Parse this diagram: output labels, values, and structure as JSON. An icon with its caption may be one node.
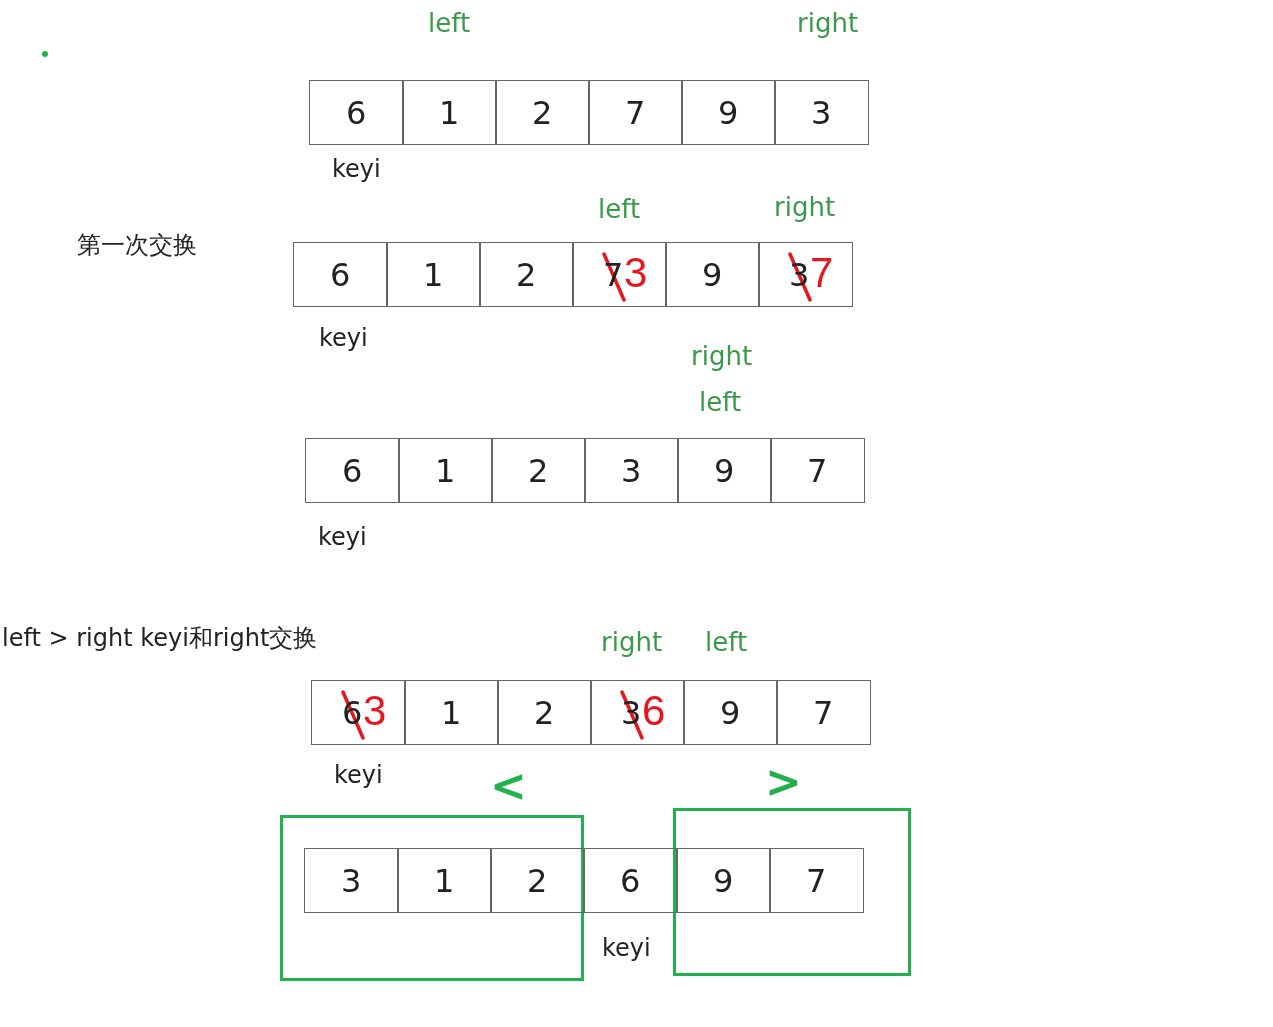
{
  "diagram": {
    "labels": [
      "left",
      "right",
      "6",
      "1",
      "2",
      "7",
      "9",
      "3",
      "keyi",
      "left",
      "right",
      "第一次交换",
      "6",
      "1",
      "2",
      "7",
      "3",
      "9",
      "3",
      "7",
      "keyi",
      "right",
      "left",
      "6",
      "1",
      "2",
      "3",
      "9",
      "7",
      "keyi",
      "left > right keyi和right交换",
      "right",
      "left",
      "6",
      "3",
      "1",
      "2",
      "3",
      "6",
      "9",
      "7",
      "keyi",
      "<",
      ">",
      "3",
      "1",
      "2",
      "6",
      "9",
      "7",
      "keyi"
    ]
  }
}
